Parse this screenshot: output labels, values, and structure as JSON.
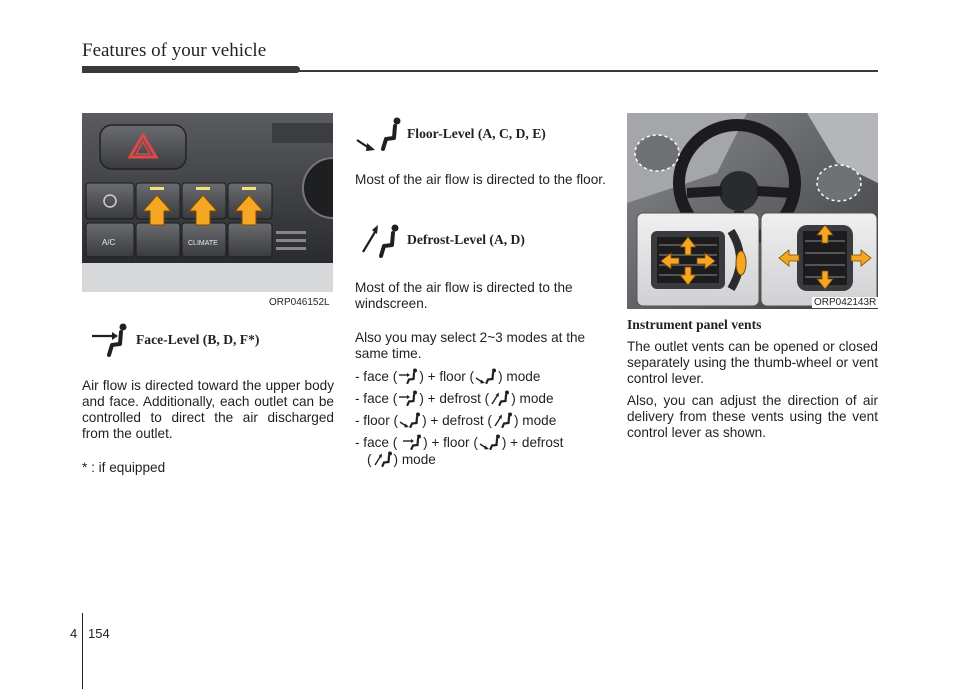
{
  "header": {
    "section_title": "Features of your vehicle"
  },
  "figure_left": {
    "caption": "ORP046152L",
    "labels": {
      "ac": "A/C",
      "climate": "CLIMATE"
    }
  },
  "figure_right": {
    "caption": "ORP042143R"
  },
  "face_level": {
    "heading": "Face-Level (B, D, F*)",
    "body": "Air flow is directed toward the upper body and face. Additionally, each outlet can be controlled to direct the air discharged from the outlet.",
    "footnote": "* : if equipped"
  },
  "floor_level": {
    "heading": "Floor-Level (A, C, D, E)",
    "body": "Most of the air flow is directed to the floor."
  },
  "defrost_level": {
    "heading": "Defrost-Level (A, D)",
    "body": "Most of the air flow is directed to the windscreen."
  },
  "modes_intro": "Also you may select 2~3 modes at the same time.",
  "mode_combos": {
    "c1": {
      "a": "- face (",
      "b": ") + floor (",
      "c": ") mode"
    },
    "c2": {
      "a": "- face (",
      "b": ") + defrost (",
      "c": ") mode"
    },
    "c3": {
      "a": "- floor (",
      "b": ") + defrost (",
      "c": ") mode"
    },
    "c4": {
      "a": "- face (",
      "b": ") + floor (",
      "c": ") + defrost",
      "d": "(",
      "e": ") mode"
    }
  },
  "instrument_vents": {
    "heading": "Instrument panel vents",
    "p1": "The outlet vents can be opened or closed separately using the thumb-wheel or vent control lever.",
    "p2": "Also, you can adjust the direction of air delivery from these vents using the vent control lever as shown."
  },
  "footer": {
    "chapter": "4",
    "page": "154"
  }
}
